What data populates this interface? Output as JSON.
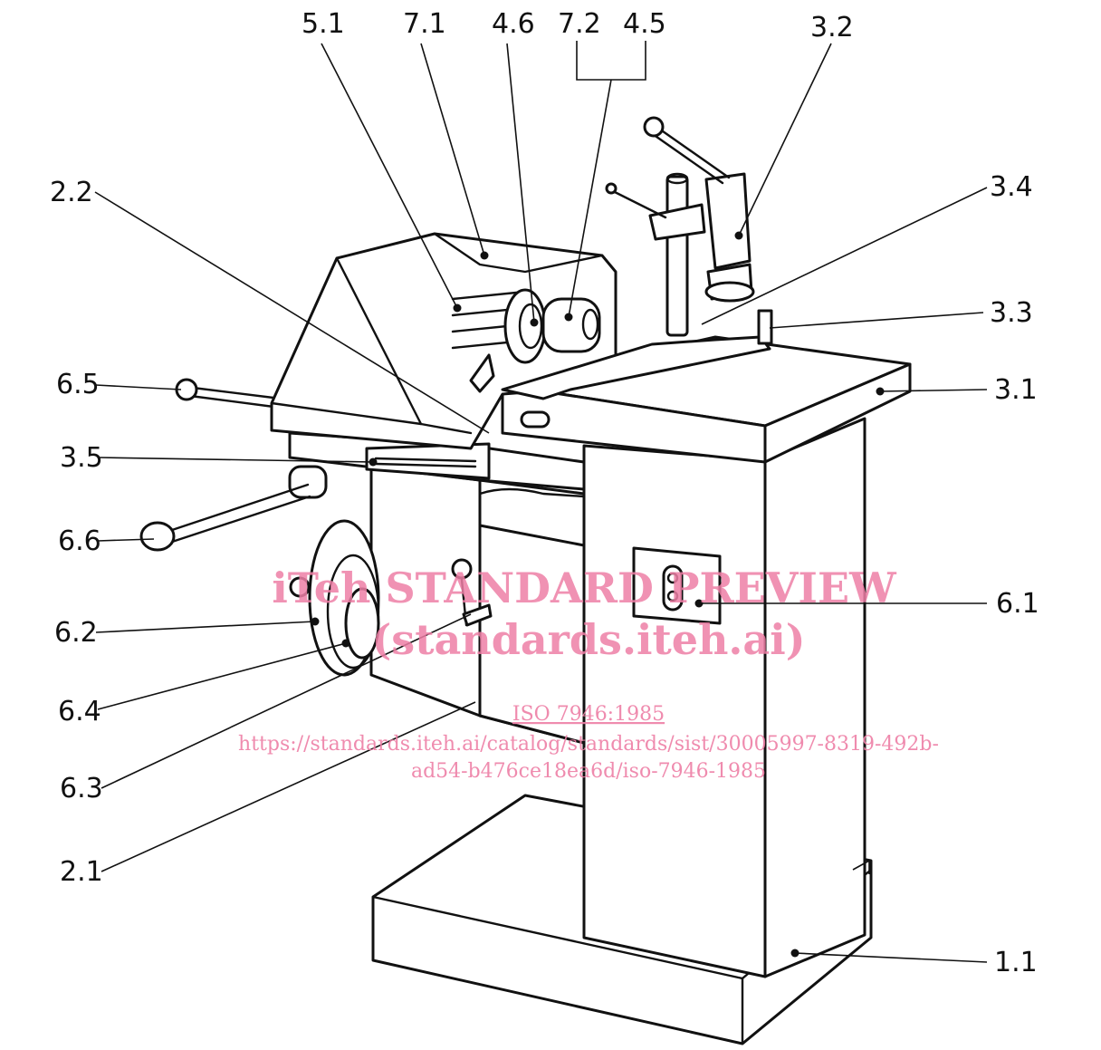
{
  "labels": {
    "l_5_1": "5.1",
    "l_7_1": "7.1",
    "l_4_6": "4.6",
    "l_7_2": "7.2",
    "l_4_5": "4.5",
    "l_3_2": "3.2",
    "l_2_2": "2.2",
    "l_3_4": "3.4",
    "l_3_3": "3.3",
    "l_6_5": "6.5",
    "l_3_1": "3.1",
    "l_3_5": "3.5",
    "l_6_6": "6.6",
    "l_6_1": "6.1",
    "l_6_2": "6.2",
    "l_6_4": "6.4",
    "l_6_3": "6.3",
    "l_2_1": "2.1",
    "l_1_1": "1.1"
  },
  "watermark": {
    "title": "iTeh STANDARD PREVIEW",
    "site": "(standards.iteh.ai)",
    "doc": "ISO 7946:1985",
    "url_line1": "https://standards.iteh.ai/catalog/standards/sist/30005997-8319-492b-",
    "url_line2": "ad54-b476ce18ea6d/iso-7946-1985"
  }
}
